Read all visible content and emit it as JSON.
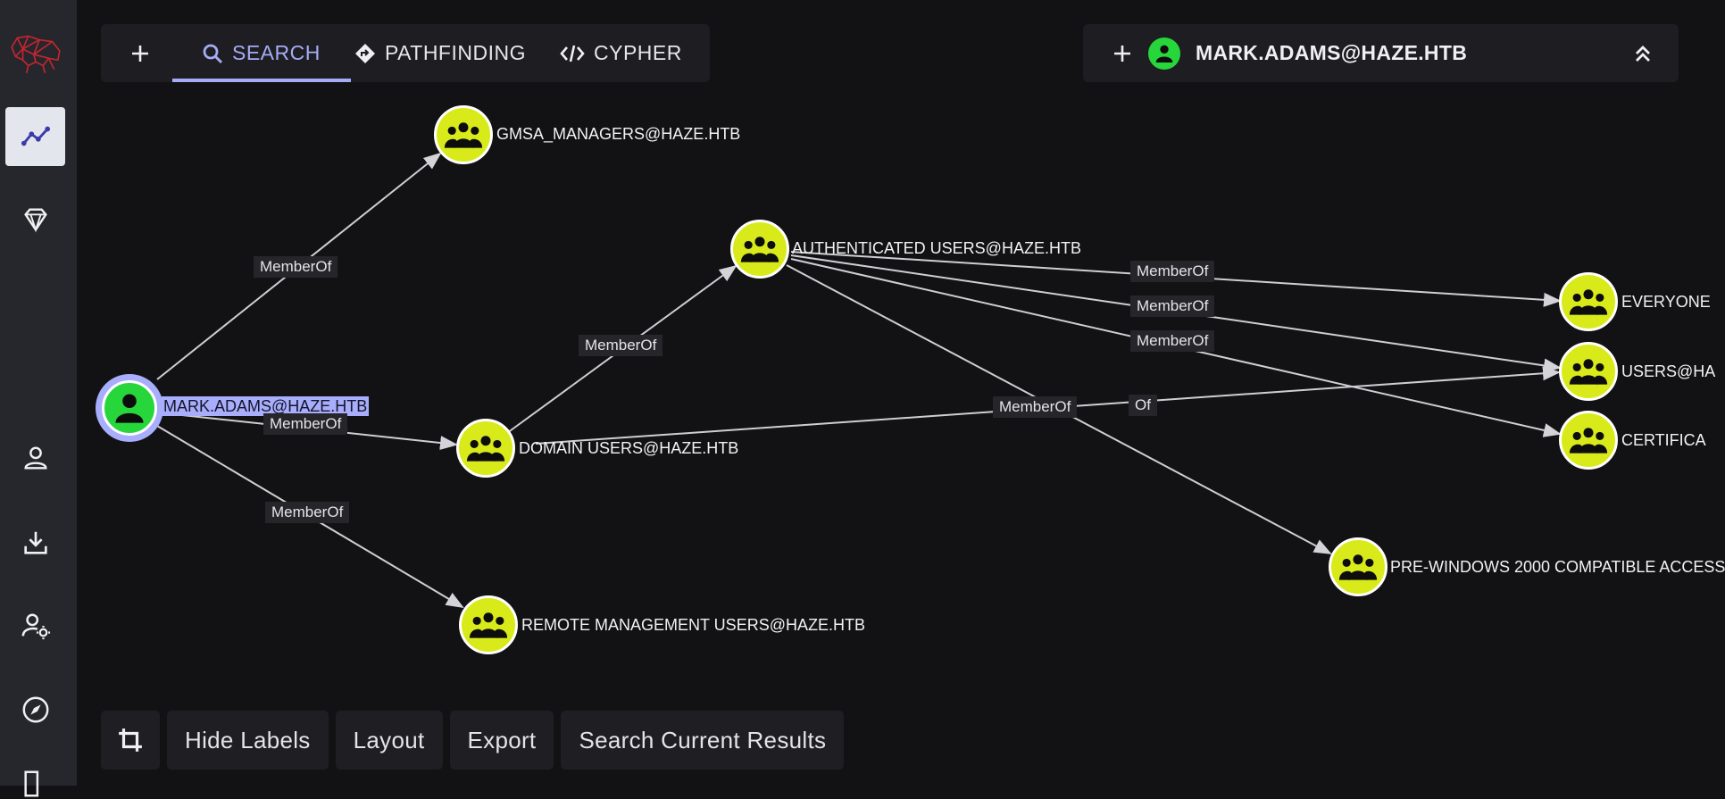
{
  "nav": {
    "tabs": [
      {
        "label": "SEARCH",
        "icon": "search-icon",
        "active": true
      },
      {
        "label": "PATHFINDING",
        "icon": "diamond-arrow-icon"
      },
      {
        "label": "CYPHER",
        "icon": "code-icon"
      }
    ]
  },
  "selected": {
    "name": "MARK.ADAMS@HAZE.HTB",
    "icon": "user-icon"
  },
  "nodes": {
    "mark": "MARK.ADAMS@HAZE.HTB",
    "gmsa": "GMSA_MANAGERS@HAZE.HTB",
    "auth": "AUTHENTICATED USERS@HAZE.HTB",
    "domain": "DOMAIN USERS@HAZE.HTB",
    "remote": "REMOTE MANAGEMENT USERS@HAZE.HTB",
    "everyone": "EVERYONE",
    "users": "USERS@HA",
    "cert": "CERTIFICA",
    "prewin": "PRE-WINDOWS 2000 COMPATIBLE ACCESS"
  },
  "edges": {
    "memberof": "MemberOf",
    "partial_of": "Of"
  },
  "toolbar": {
    "hide_labels": "Hide Labels",
    "layout": "Layout",
    "export": "Export",
    "search_results": "Search Current Results"
  },
  "colors": {
    "group_node": "#d9ea1a",
    "user_node": "#27d63a",
    "selection": "#a9aefc",
    "accent": "#a4acf5"
  }
}
